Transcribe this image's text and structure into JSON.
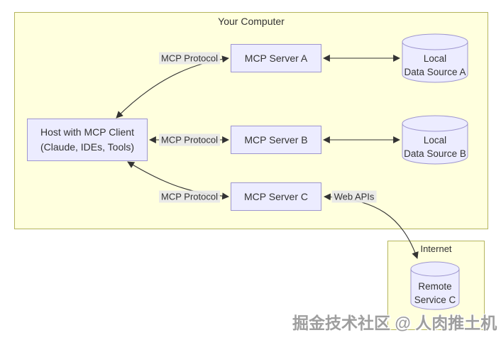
{
  "clusters": {
    "computer": {
      "title": "Your Computer"
    },
    "internet": {
      "title": "Internet"
    }
  },
  "nodes": {
    "host": {
      "line1": "Host with MCP Client",
      "line2": "(Claude, IDEs, Tools)"
    },
    "server_a": {
      "label": "MCP Server A"
    },
    "server_b": {
      "label": "MCP Server B"
    },
    "server_c": {
      "label": "MCP Server C"
    },
    "data_source_a": {
      "line1": "Local",
      "line2": "Data Source A"
    },
    "data_source_b": {
      "line1": "Local",
      "line2": "Data Source B"
    },
    "remote_service_c": {
      "line1": "Remote",
      "line2": "Service C"
    }
  },
  "edges": {
    "protocol_a": {
      "label": "MCP Protocol",
      "from": "host",
      "to": "server_a",
      "bidirectional": true
    },
    "protocol_b": {
      "label": "MCP Protocol",
      "from": "host",
      "to": "server_b",
      "bidirectional": true
    },
    "protocol_c": {
      "label": "MCP Protocol",
      "from": "host",
      "to": "server_c",
      "bidirectional": true
    },
    "server_a_data": {
      "label": "",
      "from": "server_a",
      "to": "data_source_a",
      "bidirectional": true
    },
    "server_b_data": {
      "label": "",
      "from": "server_b",
      "to": "data_source_b",
      "bidirectional": true
    },
    "web_apis": {
      "label": "Web APIs",
      "from": "server_c",
      "to": "remote_service_c",
      "bidirectional": true
    }
  },
  "watermark": {
    "text": "掘金技术社区 @ 人肉推土机"
  },
  "colors": {
    "cluster_fill": "#ffffde",
    "cluster_stroke": "#b5b55e",
    "node_fill": "#ececff",
    "node_stroke": "#9e96cf",
    "edge": "#333333",
    "edge_label_bg": "#e8e8e8",
    "text": "#333333",
    "watermark": "#9e9e9e"
  }
}
